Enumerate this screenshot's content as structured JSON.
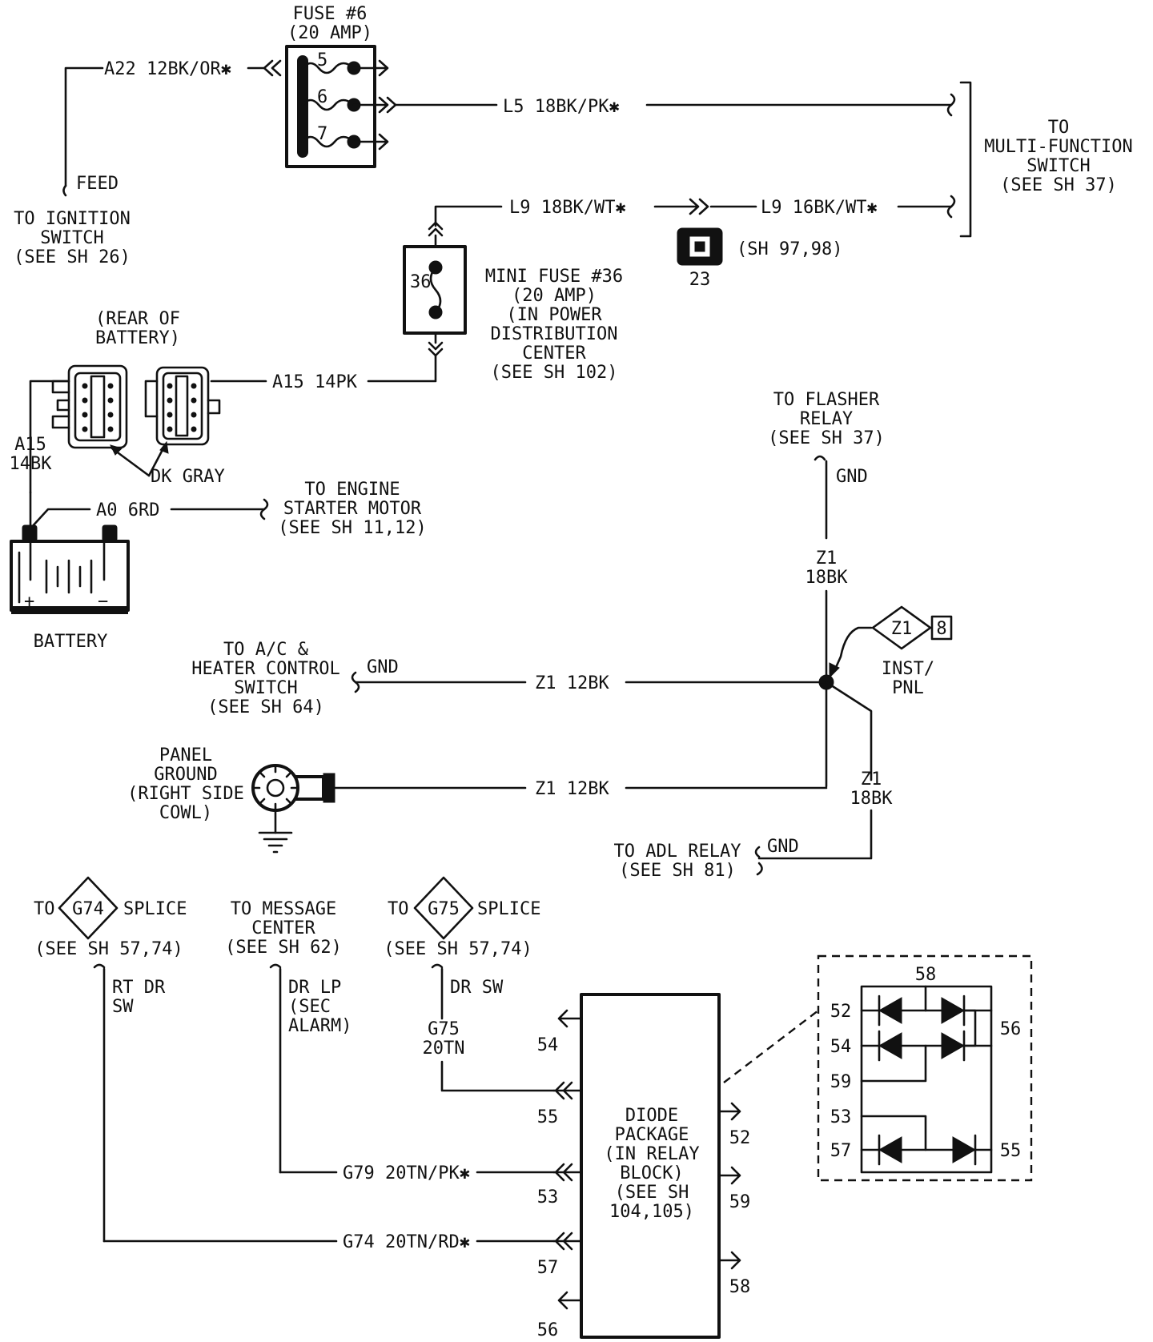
{
  "fuse6": {
    "title": "FUSE #6",
    "rating": "(20 AMP)",
    "pins": [
      "5",
      "6",
      "7"
    ]
  },
  "wires": {
    "a22": "A22 12BK/OR✱",
    "l5": "L5 18BK/PK✱",
    "l9a": "L9 18BK/WT✱",
    "l9b": "L9 16BK/WT✱",
    "a15_top": "A15 14PK",
    "a15_side": [
      "A15",
      "14BK"
    ],
    "a0": "A0 6RD",
    "z1_vertical": [
      "Z1",
      "18BK"
    ],
    "z1_ac": "Z1 12BK",
    "z1_ground": "Z1 12BK",
    "z1_adl": [
      "Z1",
      "18BK"
    ],
    "g75": [
      "G75",
      "20TN"
    ],
    "g79": "G79 20TN/PK✱",
    "g74": "G74 20TN/RD✱"
  },
  "ignition": {
    "feed": "FEED",
    "lines": [
      "TO IGNITION",
      "SWITCH",
      "(SEE SH 26)"
    ]
  },
  "multifunction": {
    "lines": [
      "TO",
      "MULTI-FUNCTION",
      "SWITCH",
      "(SEE SH 37)"
    ]
  },
  "connector23": {
    "ref": "(SH 97,98)",
    "number": "23"
  },
  "minifuse": {
    "number": "36",
    "lines": [
      "MINI FUSE #36",
      "(20 AMP)",
      "(IN POWER",
      "DISTRIBUTION",
      "CENTER",
      "(SEE SH 102)"
    ]
  },
  "battery": {
    "rear": [
      "(REAR OF",
      "BATTERY)"
    ],
    "connector_color": "DK GRAY",
    "label": "BATTERY",
    "plus": "+",
    "minus": "−"
  },
  "starter": {
    "lines": [
      "TO ENGINE",
      "STARTER MOTOR",
      "(SEE SH 11,12)"
    ]
  },
  "flasher": {
    "lines": [
      "TO FLASHER",
      "RELAY",
      "(SEE SH 37)"
    ],
    "gnd": "GND"
  },
  "inst": {
    "splice": "Z1",
    "pin": "8",
    "label": [
      "INST/",
      "PNL"
    ]
  },
  "ac": {
    "lines": [
      "TO A/C &",
      "HEATER CONTROL",
      "SWITCH",
      "(SEE SH 64)"
    ],
    "gnd": "GND"
  },
  "panel_ground": {
    "lines": [
      "PANEL",
      "GROUND",
      "(RIGHT SIDE",
      "COWL)"
    ]
  },
  "adl": {
    "lines": [
      "TO ADL RELAY",
      "(SEE SH 81)"
    ],
    "gnd": "GND"
  },
  "g74_splice": {
    "to": "TO",
    "splice": "G74",
    "word": "SPLICE",
    "ref": "(SEE SH 57,74)",
    "circuit": [
      "RT DR",
      "SW"
    ]
  },
  "message_center": {
    "lines": [
      "TO MESSAGE",
      "CENTER",
      "(SEE SH 62)"
    ],
    "circuit": [
      "DR LP",
      "(SEC",
      "ALARM)"
    ]
  },
  "g75_splice": {
    "to": "TO",
    "splice": "G75",
    "word": "SPLICE",
    "ref": "(SEE SH 57,74)",
    "circuit": "DR SW"
  },
  "diode_package": {
    "lines": [
      "DIODE",
      "PACKAGE",
      "(IN RELAY",
      "BLOCK)",
      "(SEE SH",
      "104,105)"
    ],
    "left_pins": [
      "54",
      "55",
      "53",
      "57",
      "56"
    ],
    "right_pins": [
      "52",
      "59",
      "58"
    ]
  },
  "detail": {
    "pins": {
      "top": "58",
      "p52": "52",
      "p54": "54",
      "p59": "59",
      "p53": "53",
      "p57": "57",
      "p56": "56",
      "p55": "55"
    }
  }
}
